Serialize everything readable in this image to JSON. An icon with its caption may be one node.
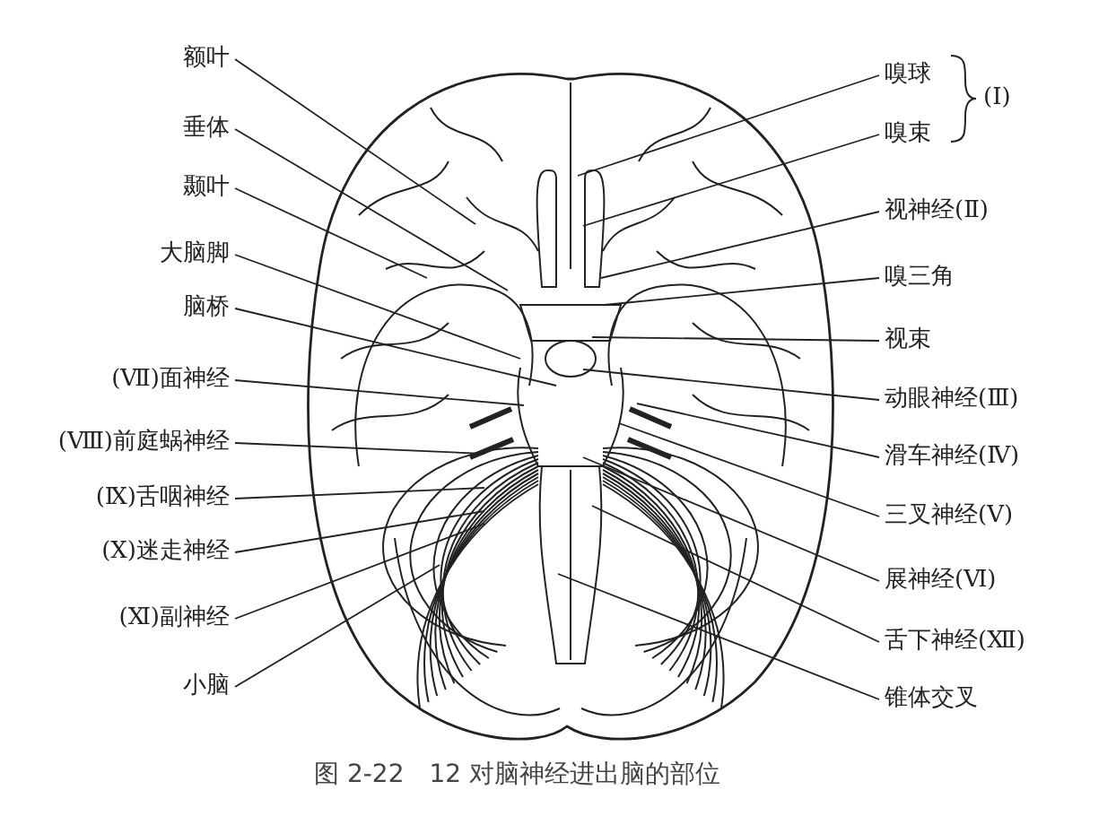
{
  "diagram": {
    "caption": "图 2-22　12 对脑神经进出脑的部位",
    "nodes": [
      {
        "text": [
          "额叶"
        ]
      },
      {
        "text": [
          "垂体"
        ]
      },
      {
        "text": [
          "颞叶"
        ]
      },
      {
        "text": [
          "大脑脚"
        ]
      },
      {
        "text": [
          "脑桥"
        ]
      },
      {
        "text": [
          "(Ⅶ)面神经"
        ]
      },
      {
        "text": [
          "(Ⅷ)前庭蜗神经"
        ]
      },
      {
        "text": [
          "(Ⅸ)舌咽神经"
        ]
      },
      {
        "text": [
          "(Ⅹ)迷走神经"
        ]
      },
      {
        "text": [
          "(Ⅺ)副神经"
        ]
      },
      {
        "text": [
          "小脑"
        ]
      },
      {
        "text": [
          "嗅球"
        ]
      },
      {
        "text": [
          "嗅束"
        ]
      },
      {
        "text": [
          "视神经(Ⅱ)"
        ]
      },
      {
        "text": [
          "嗅三角"
        ]
      },
      {
        "text": [
          "视束"
        ]
      },
      {
        "text": [
          "动眼神经(Ⅲ)"
        ]
      },
      {
        "text": [
          "滑车神经(Ⅳ)"
        ]
      },
      {
        "text": [
          "三叉神经(Ⅴ)"
        ]
      },
      {
        "text": [
          "展神经(Ⅵ)"
        ]
      },
      {
        "text": [
          "舌下神经(Ⅻ)"
        ]
      },
      {
        "text": [
          "锥体交叉"
        ]
      }
    ],
    "edges": [
      {
        "from": 0,
        "to": null,
        "arrow": "none"
      },
      {
        "from": 1,
        "to": null,
        "arrow": "none"
      },
      {
        "from": 2,
        "to": null,
        "arrow": "none"
      },
      {
        "from": 3,
        "to": null,
        "arrow": "none"
      },
      {
        "from": 4,
        "to": null,
        "arrow": "none"
      },
      {
        "from": 5,
        "to": null,
        "arrow": "none"
      },
      {
        "from": 6,
        "to": null,
        "arrow": "none"
      },
      {
        "from": 7,
        "to": null,
        "arrow": "none"
      },
      {
        "from": 8,
        "to": null,
        "arrow": "none"
      },
      {
        "from": 9,
        "to": null,
        "arrow": "none"
      },
      {
        "from": 10,
        "to": null,
        "arrow": "none"
      },
      {
        "from": 11,
        "to": null,
        "arrow": "none"
      },
      {
        "from": 12,
        "to": null,
        "arrow": "none"
      },
      {
        "from": 13,
        "to": null,
        "arrow": "none"
      },
      {
        "from": 14,
        "to": null,
        "arrow": "none"
      },
      {
        "from": 15,
        "to": null,
        "arrow": "none"
      },
      {
        "from": 16,
        "to": null,
        "arrow": "none"
      },
      {
        "from": 17,
        "to": null,
        "arrow": "none"
      },
      {
        "from": 18,
        "to": null,
        "arrow": "none"
      },
      {
        "from": 19,
        "to": null,
        "arrow": "none"
      },
      {
        "from": 20,
        "to": null,
        "arrow": "none"
      },
      {
        "from": 21,
        "to": null,
        "arrow": "none"
      }
    ],
    "labels": [
      "(Ⅰ)"
    ]
  }
}
